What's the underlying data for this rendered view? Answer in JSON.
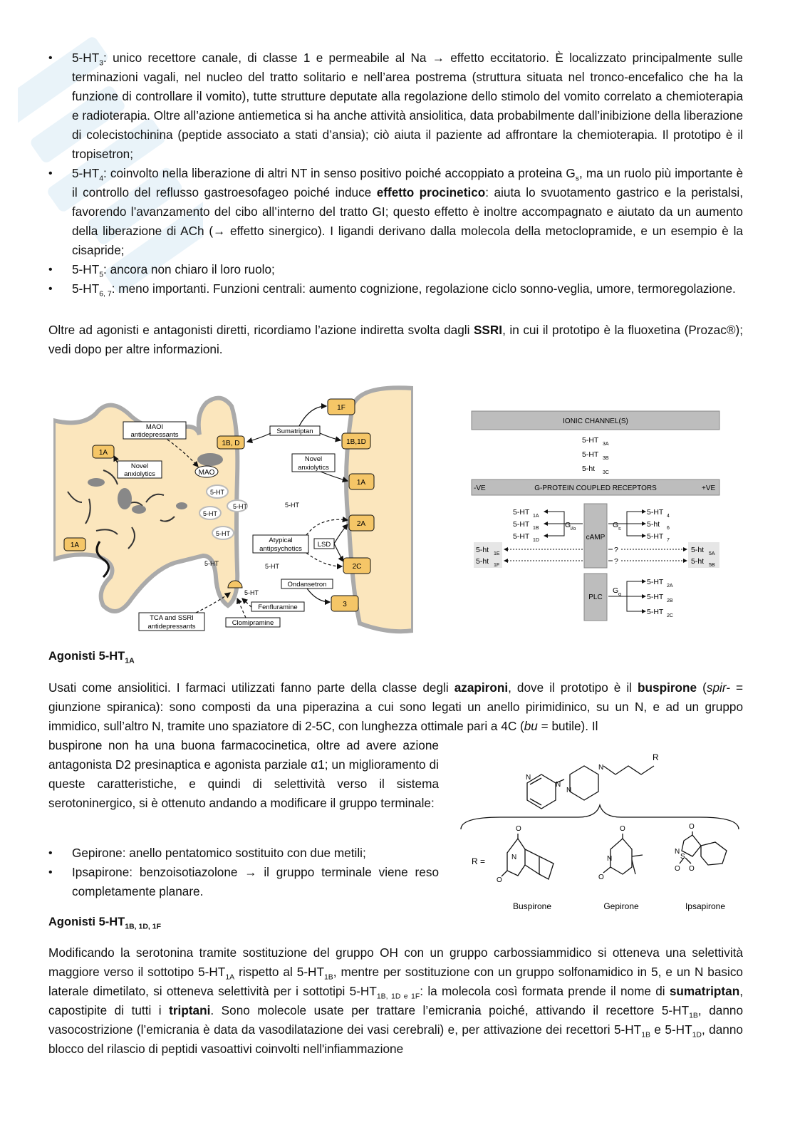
{
  "bullets1": [
    {
      "pre": "5-HT",
      "sub": "3",
      "text": ": unico recettore canale, di classe 1 e permeabile al Na → effetto eccitatorio. È localizzato principalmente sulle terminazioni vagali, nel nucleo del tratto solitario e nell’area postrema (struttura situata nel tronco-encefalico che ha la funzione di controllare il vomito), tutte strutture deputate alla regolazione dello stimolo del vomito correlato a chemioterapia e radioterapia. Oltre all’azione antiemetica si ha anche attività ansiolitica, data probabilmente dall’inibizione della liberazione di colecistochinina (peptide associato a stati d’ansia); ciò aiuta il paziente ad affrontare la chemioterapia. Il prototipo è il tropisetron;"
    },
    {
      "pre": "5-HT",
      "sub": "4",
      "text_a": ": coinvolto nella liberazione di altri NT in senso positivo poiché accoppiato a proteina G",
      "sub2": "s",
      "text_b": ", ma un ruolo più importante è il controllo del reflusso gastroesofageo poiché induce ",
      "bold": "effetto procinetico",
      "text_c": ": aiuta lo svuotamento gastrico e la peristalsi, favorendo l’avanzamento del cibo all’interno del tratto GI; questo effetto è inoltre accompagnato e aiutato da un aumento della liberazione di ACh (→ effetto sinergico). I ligandi derivano dalla molecola della metoclopramide, e un esempio è la cisapride;"
    },
    {
      "pre": "5-HT",
      "sub": "5",
      "text": ": ancora non chiaro il loro ruolo;"
    },
    {
      "pre": "5-HT",
      "sub": "6, 7",
      "text": ": meno importanti. Funzioni centrali: aumento cognizione, regolazione ciclo sonno-veglia, umore, termoregolazione."
    }
  ],
  "para1": {
    "a": "Oltre ad agonisti e antagonisti diretti, ricordiamo l’azione indiretta svolta dagli ",
    "bold": "SSRI",
    "b": ", in cui il prototipo è la fluoxetina (Prozac®); vedi dopo per altre informazioni."
  },
  "fig1": {
    "boxes": {
      "r1f": "1F",
      "r1bd": "1B, D",
      "r1b1d": "1B,1D",
      "r1a_post": "1A",
      "r2a": "2A",
      "r2c": "2C",
      "r3": "3",
      "r1a_pre": "1A",
      "r1a_left": "1A"
    },
    "labels": {
      "maoi1": "MAOI",
      "maoi2": "antidepressants",
      "suma": "Sumatriptan",
      "novel_l1": "Novel",
      "novel_l2": "anxiolytics",
      "novel_r1": "Novel",
      "novel_r2": "anxiolytics",
      "mao": "MAO",
      "v1": "5-HT",
      "v2": "5-HT",
      "v3": "5-HT",
      "free1": "5-HT",
      "free2": "5-HT",
      "free3": "5-HT",
      "free4": "5-HT",
      "atyp1": "Atypical",
      "atyp2": "antipsychotics",
      "lsd": "LSD",
      "ond": "Ondansetron",
      "fenf": "Fenfluramine",
      "clom": "Clomipramine",
      "tca1": "TCA and SSRI",
      "tca2": "antidepressants"
    }
  },
  "fig2": {
    "ionic_header": "IONIC CHANNEL(S)",
    "ionic": [
      {
        "t": "5-HT",
        "s": "3A"
      },
      {
        "t": "5-HT",
        "s": "3B"
      },
      {
        "t": "5-ht",
        "s": "3C"
      }
    ],
    "gpcr_header": "G-PROTEIN COUPLED RECEPTORS",
    "minus": "-VE",
    "plus": "+VE",
    "left": [
      {
        "t": "5-HT",
        "s": "1A"
      },
      {
        "t": "5-HT",
        "s": "1B"
      },
      {
        "t": "5-HT",
        "s": "1D"
      }
    ],
    "left2": [
      {
        "t": "5-ht",
        "s": "1E"
      },
      {
        "t": "5-ht",
        "s": "1F"
      }
    ],
    "gio": "G",
    "gio_s": "i/o",
    "camp": "cAMP",
    "gs": "G",
    "gs_s": "s",
    "right": [
      {
        "t": "5-HT",
        "s": "4"
      },
      {
        "t": "5-ht",
        "s": "6"
      },
      {
        "t": "5-HT",
        "s": "7"
      }
    ],
    "q1": "?",
    "q2": "?",
    "right2": [
      {
        "t": "5-ht",
        "s": "5A"
      },
      {
        "t": "5-ht",
        "s": "5B"
      }
    ],
    "plc": "PLC",
    "gq": "G",
    "gq_s": "q",
    "right3": [
      {
        "t": "5-HT",
        "s": "2A"
      },
      {
        "t": "5-HT",
        "s": "2B"
      },
      {
        "t": "5-HT",
        "s": "2C"
      }
    ]
  },
  "heading1": {
    "t": "Agonisti 5-HT",
    "s": "1A"
  },
  "para2": {
    "a": "Usati come ansiolitici. I farmaci utilizzati fanno parte della classe degli ",
    "b1": "azapironi",
    "c": ", dove il prototipo è il ",
    "b2": "buspirone",
    "d": " (",
    "i1": "spir-",
    "e": " = giunzione spiranica): sono composti da una piperazina a cui sono legati un anello pirimidinico, su un N, e ad un gruppo immidico, sull’altro N, tramite uno spaziatore di 2-5C, con lunghezza ottimale pari a 4C (",
    "i2": "bu",
    "f": " = butile). Il"
  },
  "para3": "buspirone non ha una buona farmacocinetica, oltre ad avere azione antagonista D2 presinaptica e agonista parziale α1; un miglioramento di queste caratteristiche, e quindi di selettività verso il sistema serotoninergico, si è ottenuto andando a modificare il gruppo terminale:",
  "bullets2": [
    "Gepirone: anello pentatomico sostituito con due metili;",
    "Ipsapirone: benzoisotiazolone → il gruppo terminale viene reso completamente planare."
  ],
  "chem": {
    "R": "R",
    "N1": "N",
    "N2": "N",
    "N3": "N",
    "N4": "N",
    "Req": "R =",
    "O": "O",
    "N": "N",
    "S": "S",
    "cap1": "Buspirone",
    "cap2": "Gepirone",
    "cap3": "Ipsapirone"
  },
  "heading2": {
    "t": "Agonisti 5-HT",
    "s": "1B, 1D, 1F"
  },
  "para4": {
    "a": "Modificando la serotonina tramite sostituzione del gruppo OH con un gruppo carbossiammidico si otteneva una selettività maggiore verso il sottotipo 5-HT",
    "s1": "1A",
    "b": " rispetto al 5-HT",
    "s2": "1B",
    "c": ", mentre per sostituzione con un gruppo solfonamidico in 5, e un N basico laterale dimetilato, si otteneva selettività per i sottotipi 5-HT",
    "s3": "1B, 1D e 1F",
    "d": ": la molecola così formata prende il nome di ",
    "b1": "sumatriptan",
    "e": ", capostipite di tutti i ",
    "b2": "triptani",
    "f": ". Sono molecole usate per trattare l’emicrania poiché, attivando il recettore 5-HT",
    "s4": "1B",
    "g": ", danno vasocostrizione (l’emicrania è data da vasodilatazione dei vasi cerebrali) e, per attivazione dei recettori 5-HT",
    "s5": "1B",
    "h": " e 5-HT",
    "s6": "1D",
    "i": ", danno blocco del rilascio di peptidi vasoattivi coinvolti nell'infiammazione"
  }
}
